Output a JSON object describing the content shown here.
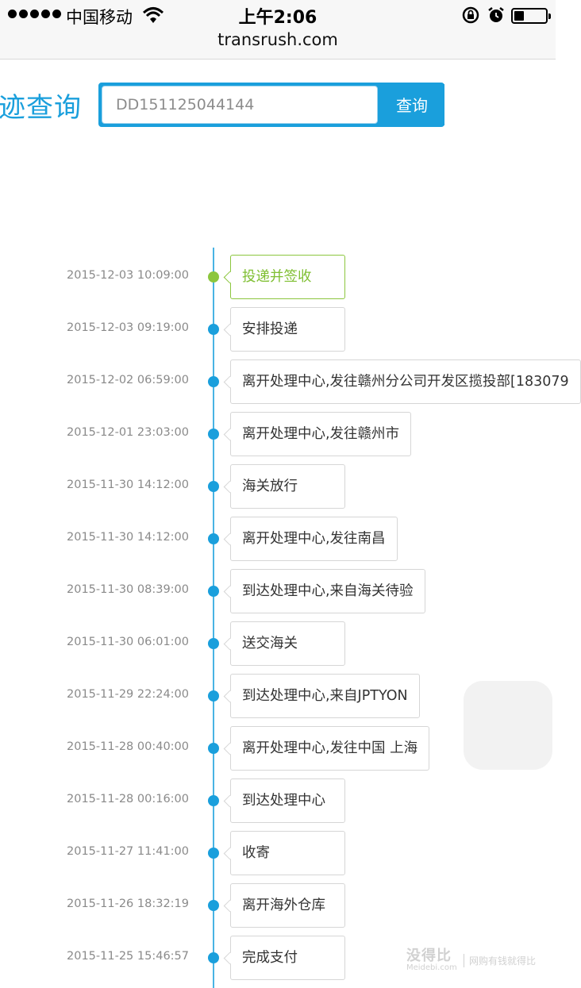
{
  "status_bar": {
    "carrier": "中国移动",
    "time": "上午2:06"
  },
  "browser": {
    "url": "transrush.com"
  },
  "header": {
    "title": "迹查询",
    "search_value": "DD151125044144",
    "search_button": "查询"
  },
  "timeline": [
    {
      "time": "2015-12-03 10:09:00",
      "event": "投递并签收",
      "active": true
    },
    {
      "time": "2015-12-03 09:19:00",
      "event": "安排投递"
    },
    {
      "time": "2015-12-02 06:59:00",
      "event": "离开处理中心,发往赣州分公司开发区揽投部[183079"
    },
    {
      "time": "2015-12-01 23:03:00",
      "event": "离开处理中心,发往赣州市"
    },
    {
      "time": "2015-11-30 14:12:00",
      "event": "海关放行"
    },
    {
      "time": "2015-11-30 14:12:00",
      "event": "离开处理中心,发往南昌"
    },
    {
      "time": "2015-11-30 08:39:00",
      "event": "到达处理中心,来自海关待验"
    },
    {
      "time": "2015-11-30 06:01:00",
      "event": "送交海关"
    },
    {
      "time": "2015-11-29 22:24:00",
      "event": "到达处理中心,来自JPTYON"
    },
    {
      "time": "2015-11-28 00:40:00",
      "event": "离开处理中心,发往中国 上海"
    },
    {
      "time": "2015-11-28 00:16:00",
      "event": "到达处理中心"
    },
    {
      "time": "2015-11-27 11:41:00",
      "event": "收寄"
    },
    {
      "time": "2015-11-26 18:32:19",
      "event": "离开海外仓库"
    },
    {
      "time": "2015-11-25 15:46:57",
      "event": "完成支付"
    }
  ],
  "watermark": {
    "brand": "没得比",
    "domain": "Meidebi.com",
    "slogan": "网购有钱就得比"
  },
  "colors": {
    "accent": "#1a9fdc",
    "active": "#8cc63e"
  }
}
